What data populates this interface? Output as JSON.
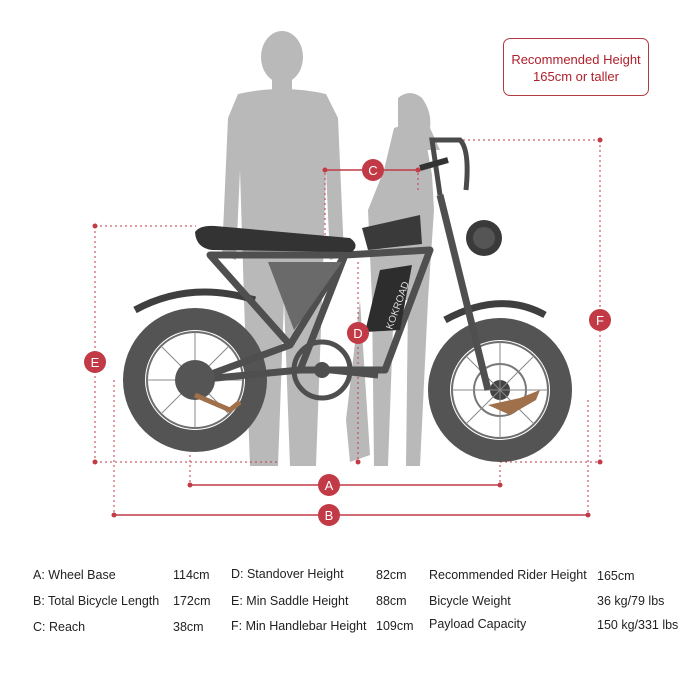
{
  "callout": {
    "line1": "Recommended Height",
    "line2": "165cm or taller"
  },
  "dimension_markers": {
    "a": "A",
    "b": "B",
    "c": "C",
    "d": "D",
    "e": "E",
    "f": "F"
  },
  "bike_brand_text": "KOKROAD",
  "specs": [
    {
      "label": "A: Wheel Base",
      "value": "114cm"
    },
    {
      "label": "B: Total Bicycle Length",
      "value": "172cm"
    },
    {
      "label": "C: Reach",
      "value": "38cm"
    },
    {
      "label": "D: Standover Height",
      "value": "82cm"
    },
    {
      "label": "E: Min Saddle Height",
      "value": "88cm"
    },
    {
      "label": "F: Min Handlebar Height",
      "value": "109cm"
    },
    {
      "label": "Recommended Rider Height",
      "value": "165cm"
    },
    {
      "label": "Bicycle Weight",
      "value": "36 kg/79 lbs"
    },
    {
      "label": "Payload Capacity",
      "value": "150 kg/331 lbs"
    }
  ],
  "colors": {
    "accent": "#b0202c",
    "silhouette": "#b9b9b9",
    "bike": "#5a5a5a"
  }
}
